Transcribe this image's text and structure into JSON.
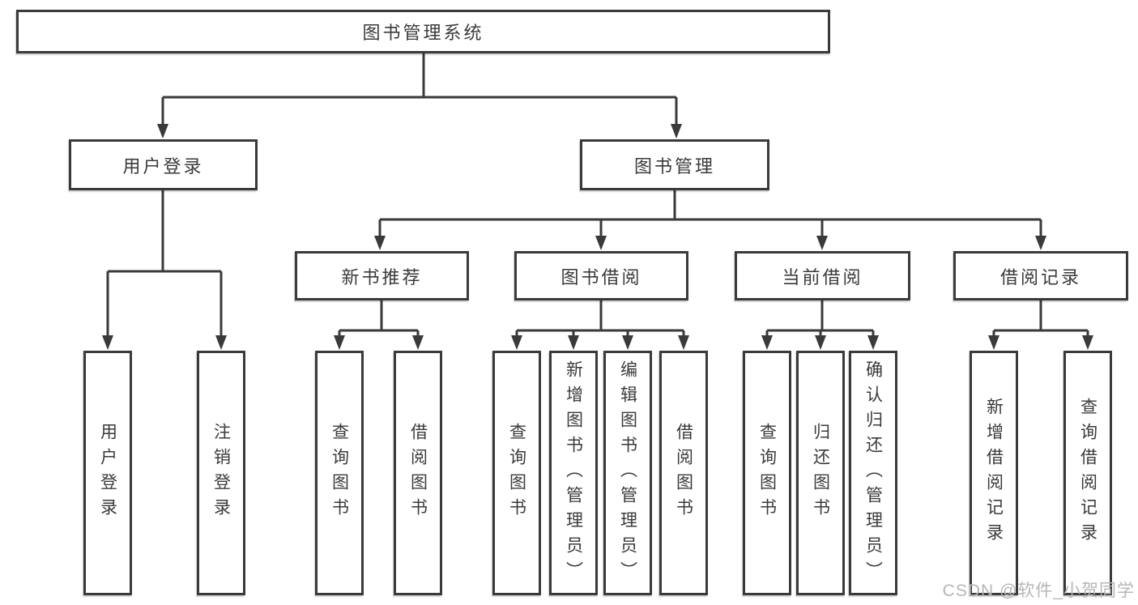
{
  "diagram": {
    "root": "图书管理系统",
    "l2": [
      "用户登录",
      "图书管理"
    ],
    "l3": [
      "新书推荐",
      "图书借阅",
      "当前借阅",
      "借阅记录"
    ],
    "leaves_login": [
      "用户登录",
      "注销登录"
    ],
    "leaves_newbook": [
      "查询图书",
      "借阅图书"
    ],
    "leaves_borrow": [
      "查询图书",
      "新增图书（管理员）",
      "编辑图书（管理员）",
      "借阅图书"
    ],
    "leaves_current": [
      "查询图书",
      "归还图书",
      "确认归还（管理员）"
    ],
    "leaves_records": [
      "新增借阅记录",
      "查询借阅记录"
    ]
  },
  "watermark": "CSDN @软件_小贺同学",
  "colors": {
    "line": "#3a3a3a",
    "text": "#3a3a3a",
    "background": "#ffffff",
    "watermark": "#b6b6b6"
  }
}
